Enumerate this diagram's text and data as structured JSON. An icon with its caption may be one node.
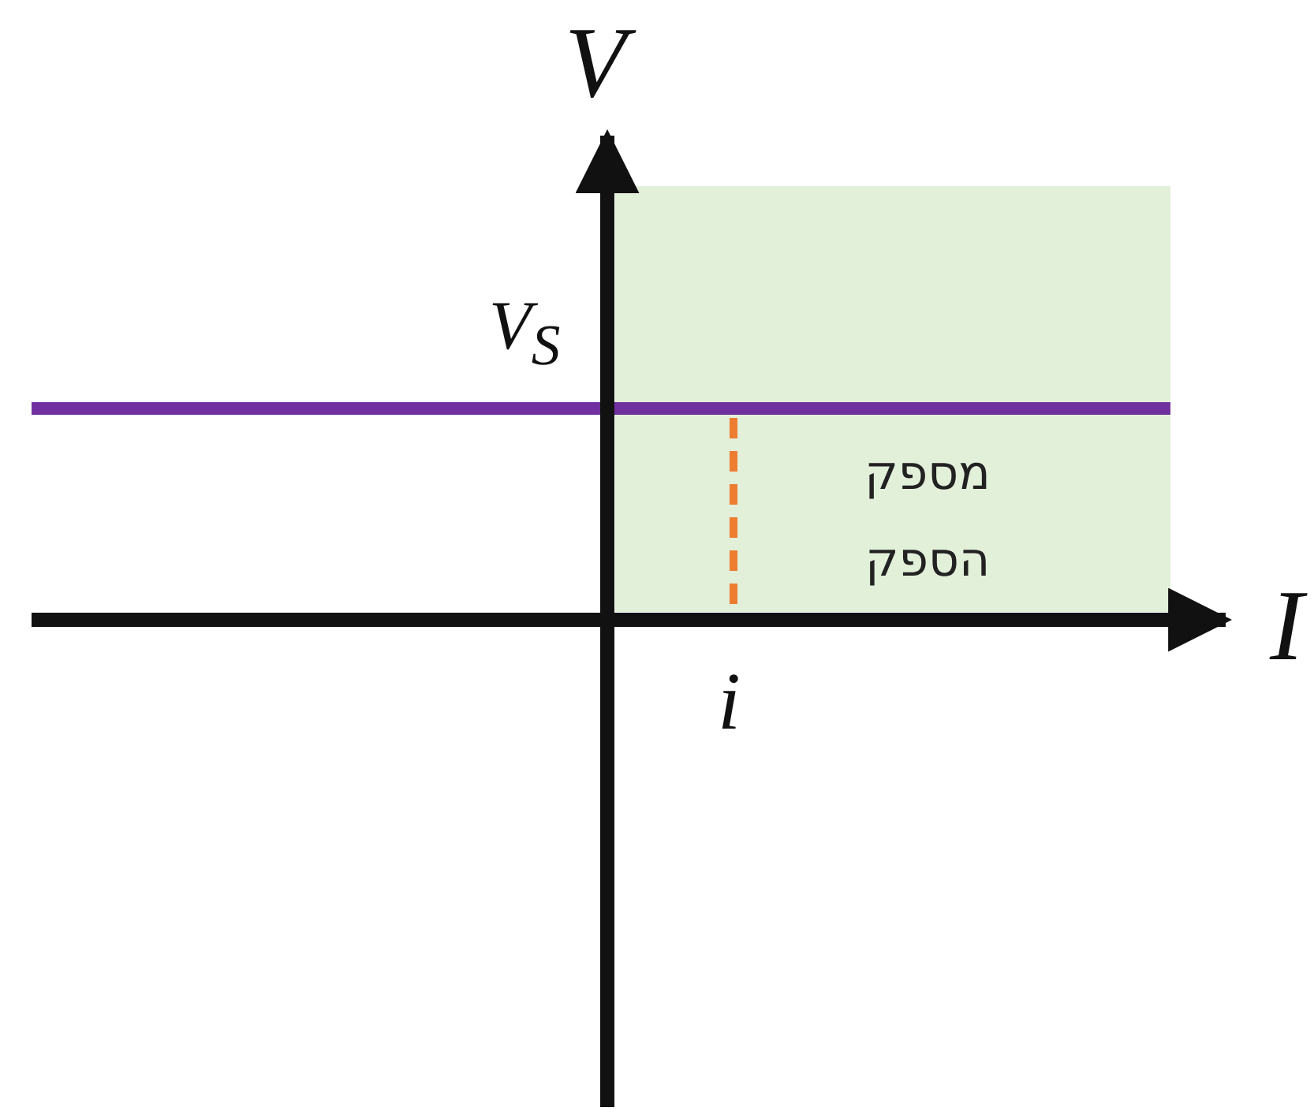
{
  "diagram": {
    "nodes": [
      {
        "text": [
          "מספק הספק"
        ]
      }
    ],
    "labels": [
      "V",
      "V$_{S}$",
      "I",
      "i"
    ]
  }
}
